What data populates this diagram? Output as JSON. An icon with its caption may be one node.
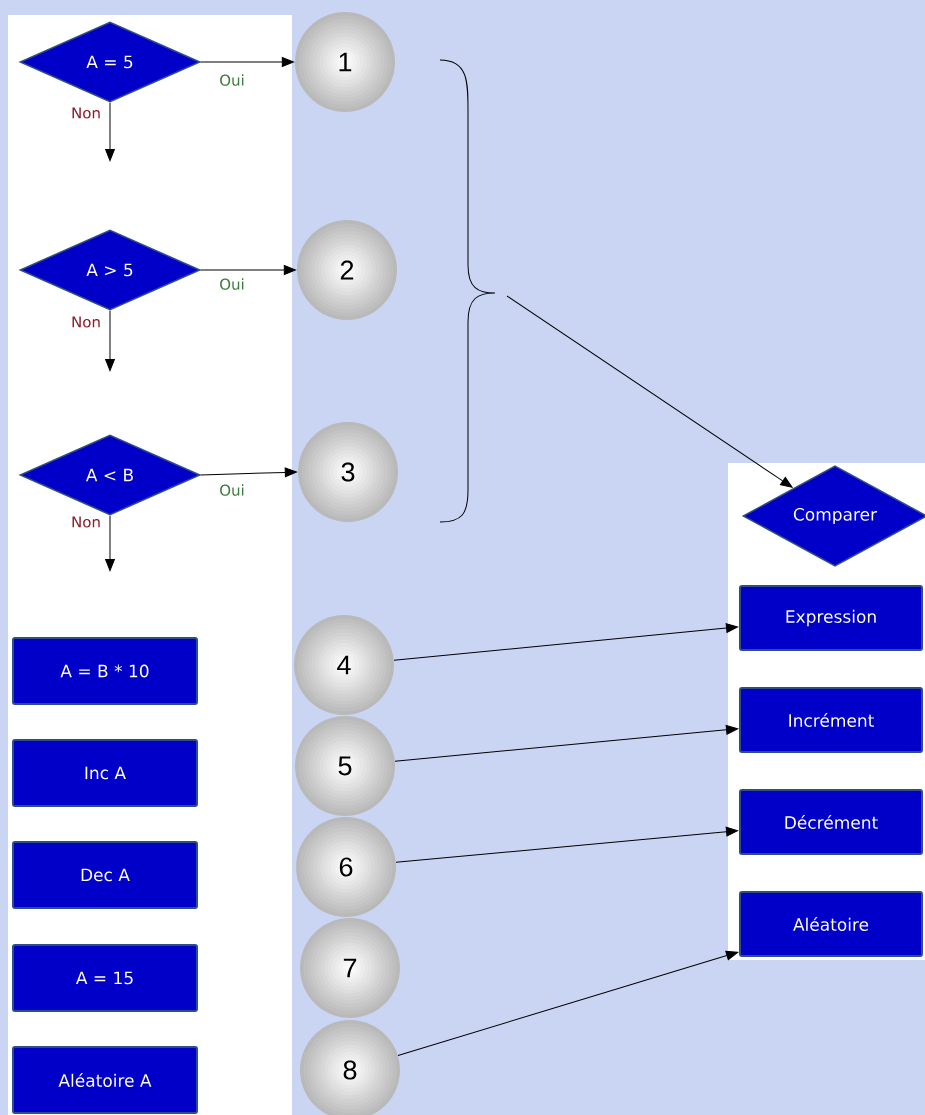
{
  "diagram": {
    "nodes": [
      {
        "text": [
          "A = 5"
        ]
      },
      {
        "text": [
          "A > 5"
        ]
      },
      {
        "text": [
          "A < B"
        ]
      },
      {
        "text": [
          "A = B * 10"
        ]
      },
      {
        "text": [
          "Inc A"
        ]
      },
      {
        "text": [
          "Dec A"
        ]
      },
      {
        "text": [
          "A = 15"
        ]
      },
      {
        "text": [
          "Aléatoire A"
        ]
      },
      {
        "text": [
          "1"
        ]
      },
      {
        "text": [
          "2"
        ]
      },
      {
        "text": [
          "3"
        ]
      },
      {
        "text": [
          "4"
        ]
      },
      {
        "text": [
          "5"
        ]
      },
      {
        "text": [
          "6"
        ]
      },
      {
        "text": [
          "7"
        ]
      },
      {
        "text": [
          "8"
        ]
      },
      {
        "text": [
          "Comparer"
        ]
      },
      {
        "text": [
          "Expression"
        ]
      },
      {
        "text": [
          "Incrément"
        ]
      },
      {
        "text": [
          "Décrément"
        ]
      },
      {
        "text": [
          "Aléatoire"
        ]
      }
    ],
    "edges": [
      {
        "from": 0,
        "to": 8,
        "arrow": "to",
        "label": "Oui"
      },
      {
        "from": 0,
        "to": null,
        "arrow": "to",
        "label": "Non"
      },
      {
        "from": 1,
        "to": 9,
        "arrow": "to",
        "label": "Oui"
      },
      {
        "from": 1,
        "to": null,
        "arrow": "to",
        "label": "Non"
      },
      {
        "from": 2,
        "to": 10,
        "arrow": "to",
        "label": "Oui"
      },
      {
        "from": 2,
        "to": null,
        "arrow": "to",
        "label": "Non"
      },
      {
        "from": null,
        "to": 16,
        "arrow": "to"
      },
      {
        "from": 11,
        "to": 17,
        "arrow": "to"
      },
      {
        "from": 12,
        "to": 18,
        "arrow": "to"
      },
      {
        "from": 13,
        "to": 19,
        "arrow": "to"
      },
      {
        "from": 15,
        "to": 20,
        "arrow": "to"
      }
    ]
  }
}
